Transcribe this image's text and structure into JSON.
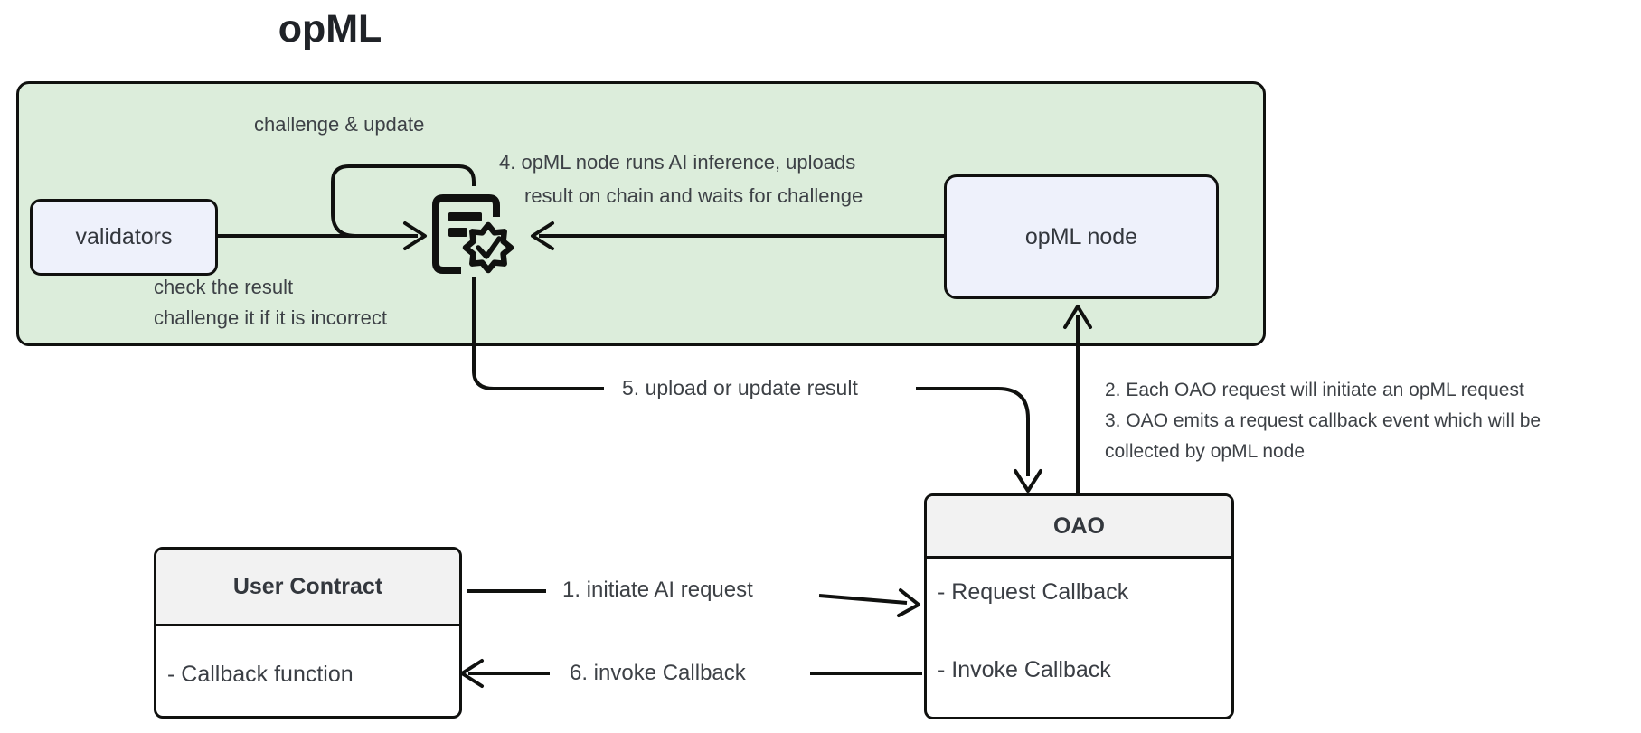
{
  "title": "opML",
  "colors": {
    "panel_fill": "#dceddb",
    "node_fill": "#eef1fb",
    "classbox_header_fill": "#f2f2f2",
    "classbox_body_fill": "#ffffff",
    "line": "#10110f",
    "text": "#3d4146"
  },
  "nodes": {
    "validators": {
      "label": "validators"
    },
    "opml_node": {
      "label": "opML node"
    },
    "oao": {
      "title": "OAO",
      "rows": [
        "- Request Callback",
        "- Invoke Callback"
      ]
    },
    "user_contract": {
      "title": "User Contract",
      "rows": [
        "- Callback function"
      ]
    }
  },
  "icons": {
    "contract_seal": "document-with-seal-check-icon"
  },
  "annotations": {
    "challenge_update": "challenge & update",
    "check_result_line1": "check the result",
    "check_result_line2": "challenge it if it is incorrect",
    "step4_line1": "4. opML node  runs AI inference, uploads",
    "step4_line2": "result on chain and waits for challenge",
    "step5": "5. upload or update result",
    "step2": "2. Each OAO request will initiate an opML request",
    "step3_line1": "3. OAO emits a request callback event which will be",
    "step3_line2": "collected by opML node",
    "step1": "1. initiate AI request",
    "step6": "6. invoke Callback"
  }
}
